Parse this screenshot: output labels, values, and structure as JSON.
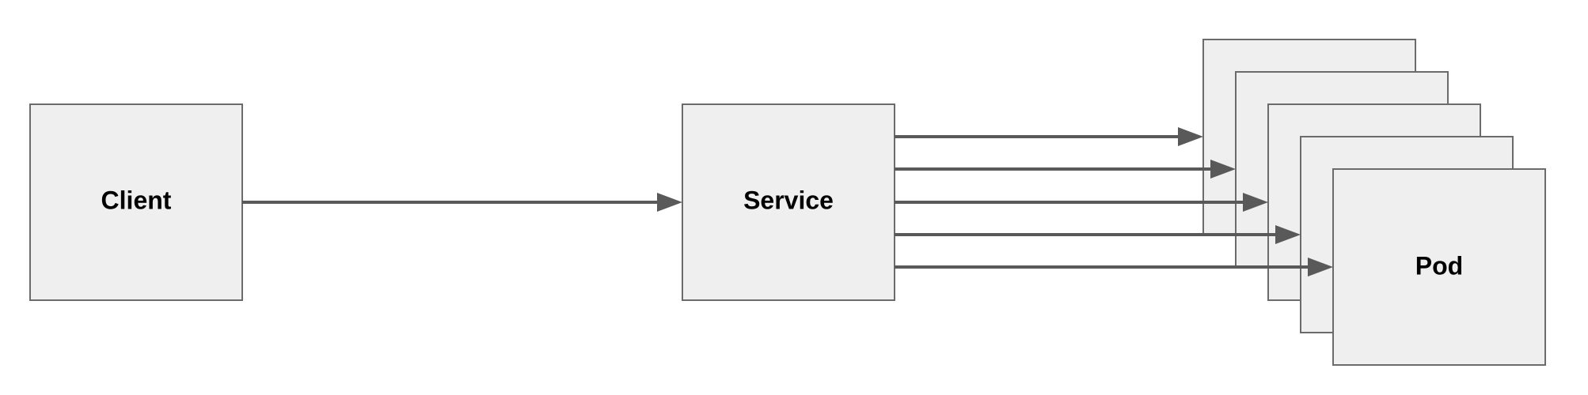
{
  "diagram": {
    "nodes": {
      "client": {
        "label": "Client"
      },
      "service": {
        "label": "Service"
      },
      "pod": {
        "label": "Pod",
        "stack_count": 5
      }
    },
    "edges": [
      {
        "from": "Client",
        "to": "Service"
      },
      {
        "from": "Service",
        "to": "Pod 1"
      },
      {
        "from": "Service",
        "to": "Pod 2"
      },
      {
        "from": "Service",
        "to": "Pod 3"
      },
      {
        "from": "Service",
        "to": "Pod 4"
      },
      {
        "from": "Service",
        "to": "Pod 5"
      }
    ],
    "colors": {
      "box_fill": "#efefef",
      "box_stroke": "#6b6b6b",
      "arrow": "#595959",
      "text": "#000000"
    }
  }
}
